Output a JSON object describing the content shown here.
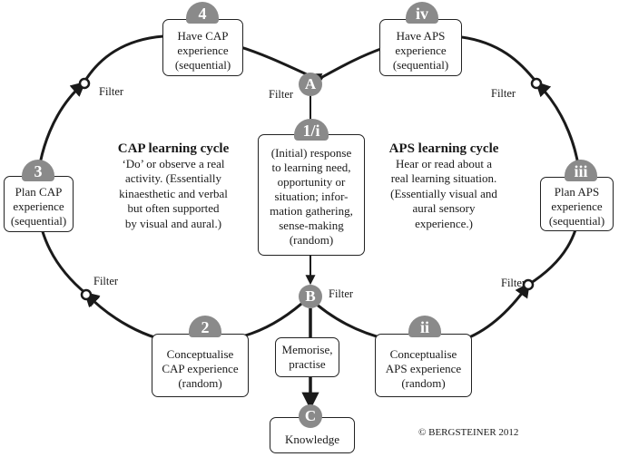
{
  "cap_cycle": {
    "title": "CAP learning cycle",
    "desc": [
      "‘Do’ or observe a real",
      "activity. (Essentially",
      "kinaesthetic and verbal",
      "but often supported",
      "by visual and aural.)"
    ]
  },
  "aps_cycle": {
    "title": "APS learning cycle",
    "desc": [
      "Hear or read about a",
      "real learning situation.",
      "(Essentially visual and",
      "aural sensory",
      "experience.)"
    ]
  },
  "steps": {
    "cap_4": {
      "badge": "4",
      "lines": [
        "Have CAP",
        "experience",
        "(sequential)"
      ]
    },
    "cap_3": {
      "badge": "3",
      "lines": [
        "Plan CAP",
        "experience",
        "(sequential)"
      ]
    },
    "cap_2": {
      "badge": "2",
      "lines": [
        "Conceptualise",
        "CAP experience",
        "(random)"
      ]
    },
    "aps_iv": {
      "badge": "iv",
      "lines": [
        "Have APS",
        "experience",
        "(sequential)"
      ]
    },
    "aps_iii": {
      "badge": "iii",
      "lines": [
        "Plan APS",
        "experience",
        "(sequential)"
      ]
    },
    "aps_ii": {
      "badge": "ii",
      "lines": [
        "Conceptualise",
        "APS experience",
        "(random)"
      ]
    },
    "initial": {
      "badge": "1/i",
      "lines": [
        "(Initial) response",
        "to learning need,",
        "opportunity or",
        "situation; infor-",
        "mation gathering,",
        "sense-making",
        "(random)"
      ]
    },
    "memorise": {
      "lines": [
        "Memorise,",
        "practise"
      ]
    },
    "knowledge": {
      "badge": "C",
      "lines": [
        "Knowledge"
      ]
    }
  },
  "nodes": {
    "a": "A",
    "b": "B"
  },
  "filter_label": "Filter",
  "copyright": "© BERGSTEINER 2012",
  "colors": {
    "line": "#1a1a1a",
    "badge": "#8a8a8a",
    "shadow": "#b0b0b0"
  }
}
